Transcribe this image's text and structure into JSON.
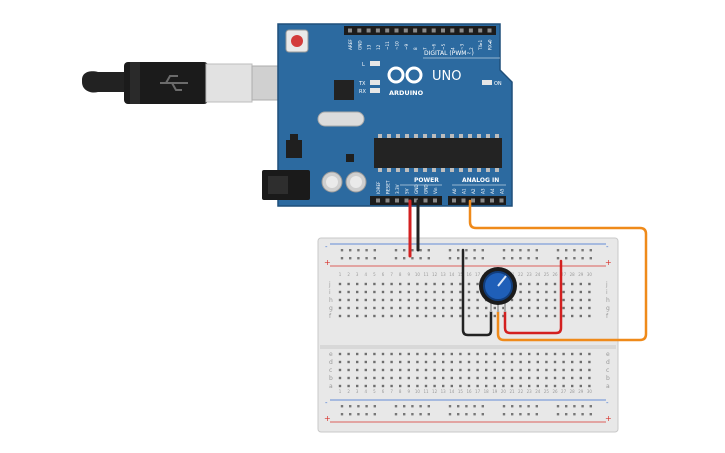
{
  "board": {
    "name": "UNO",
    "brand": "ARDUINO",
    "digital_header": "DIGITAL (PWM~)",
    "power_header": "POWER",
    "analog_header": "ANALOG IN",
    "on_label": "ON",
    "l_label": "L",
    "tx_label": "TX",
    "rx_label": "RX",
    "digital_pins": [
      "AREF",
      "GND",
      "13",
      "12",
      "~11",
      "~10",
      "~9",
      "8",
      "7",
      "~6",
      "~5",
      "4",
      "~3",
      "2",
      "TX▸1",
      "RX◂0"
    ],
    "power_pins": [
      "IOREF",
      "RESET",
      "3.3V",
      "5V",
      "GND",
      "GND",
      "Vin"
    ],
    "analog_pins": [
      "A0",
      "A1",
      "A2",
      "A3",
      "A4",
      "A5"
    ]
  },
  "breadboard": {
    "rows_top": [
      "j",
      "i",
      "h",
      "g",
      "f"
    ],
    "rows_bottom": [
      "e",
      "d",
      "c",
      "b",
      "a"
    ],
    "columns": [
      "1",
      "2",
      "3",
      "4",
      "5",
      "6",
      "7",
      "8",
      "9",
      "10",
      "11",
      "12",
      "13",
      "14",
      "15",
      "16",
      "17",
      "18",
      "19",
      "20",
      "21",
      "22",
      "23",
      "24",
      "25",
      "26",
      "27",
      "28",
      "29",
      "30"
    ],
    "plus": "+",
    "minus": "-"
  },
  "colors": {
    "board": "#2c6aa0",
    "board_dark": "#1f4f7a",
    "wire_red": "#d32020",
    "wire_black": "#222222",
    "wire_orange": "#ef8a1a",
    "rail_red": "#d9352f",
    "rail_blue": "#3a6ed0"
  }
}
